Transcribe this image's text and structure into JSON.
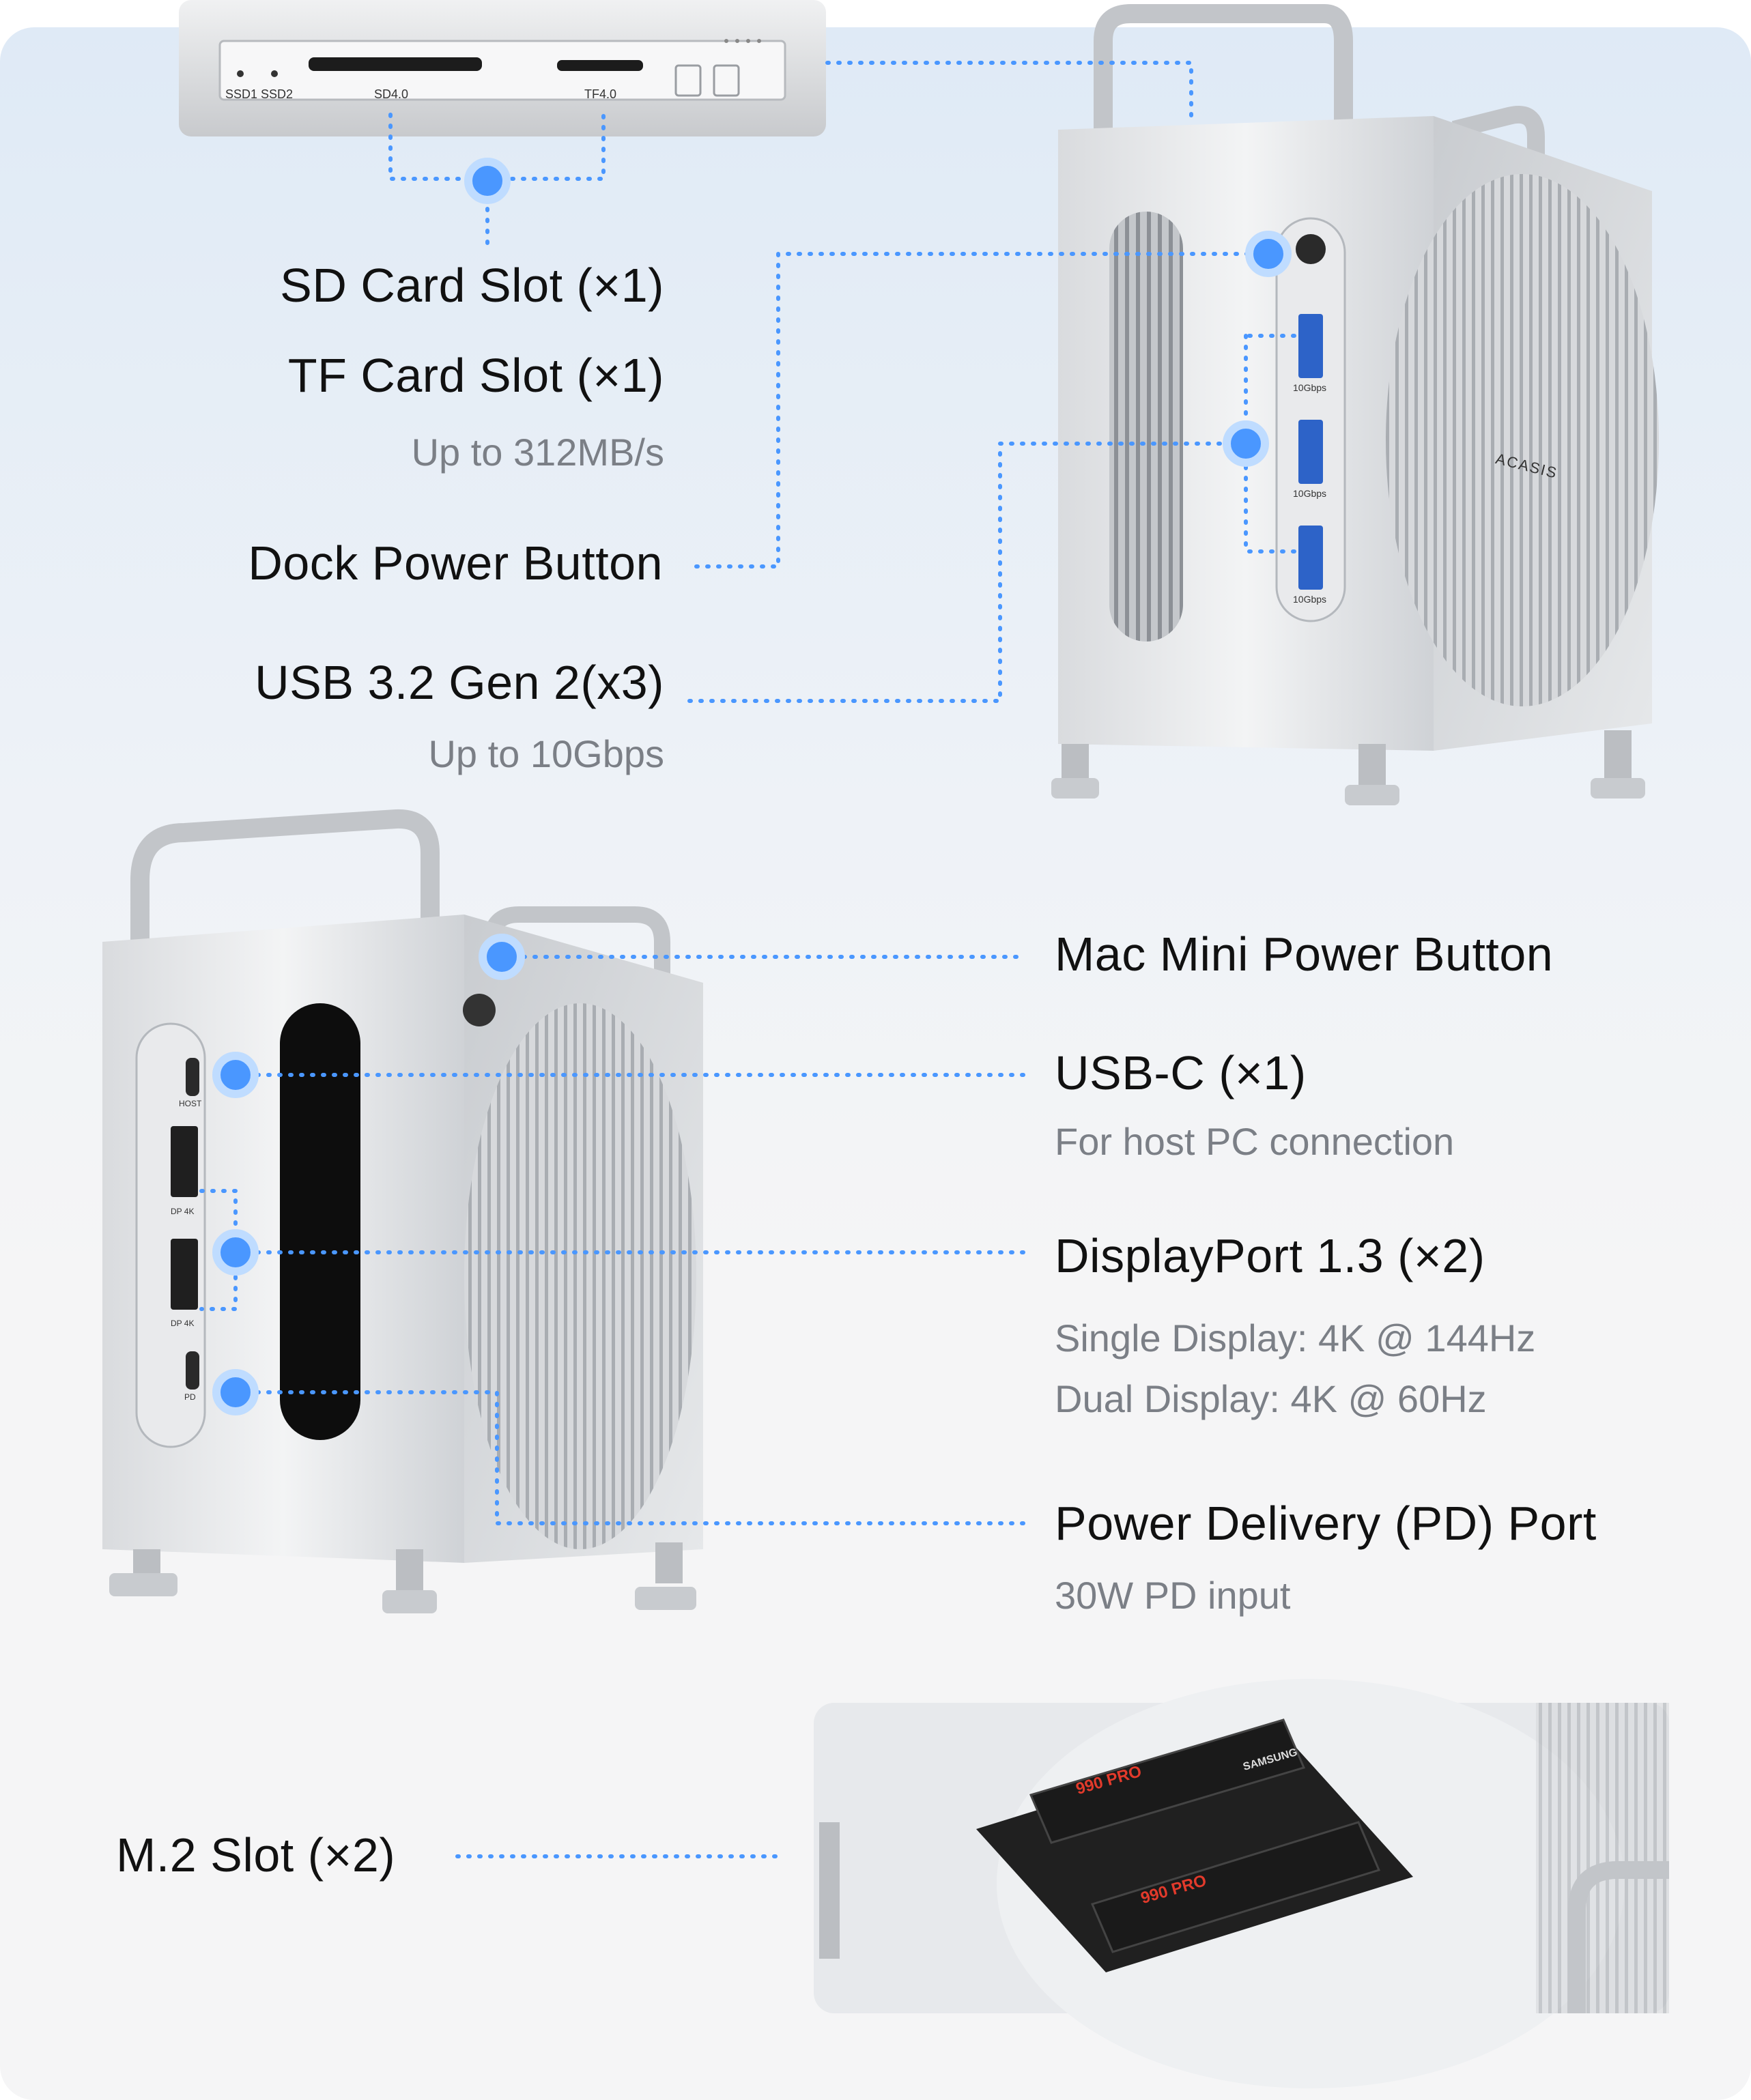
{
  "card_reader": {
    "slot_labels": [
      "SSD1 SSD2",
      "SD4.0",
      "TF4.0"
    ]
  },
  "top_section": {
    "sd_slot": "SD Card Slot (×1)",
    "tf_slot": "TF Card Slot (×1)",
    "card_speed": "Up to 312MB/s",
    "dock_power": "Dock Power Button",
    "usb_a": "USB 3.2 Gen 2(x3)",
    "usb_speed": "Up to 10Gbps"
  },
  "dock_front": {
    "port_speed_labels": [
      "10Gbps",
      "10Gbps",
      "10Gbps"
    ],
    "brand": "ACASIS"
  },
  "middle_section": {
    "mac_power": "Mac Mini Power Button",
    "usb_c": "USB-C (×1)",
    "usb_c_desc": "For host PC connection",
    "displayport": "DisplayPort 1.3 (×2)",
    "dp_single": "Single Display: 4K @ 144Hz",
    "dp_dual": "Dual Display: 4K @ 60Hz",
    "pd_port": "Power Delivery (PD) Port",
    "pd_desc": "30W PD input"
  },
  "dock_side": {
    "port_labels": [
      "HOST",
      "DP 4K",
      "DP 4K",
      "PD"
    ]
  },
  "bottom_section": {
    "m2_slot": "M.2 Slot (×2)",
    "ssd_labels": [
      "990 PRO",
      "990 PRO"
    ],
    "ssd_brand": "SAMSUNG"
  },
  "colors": {
    "accent": "#4a97ff",
    "text": "#111111",
    "subtext": "#7b7f86"
  }
}
